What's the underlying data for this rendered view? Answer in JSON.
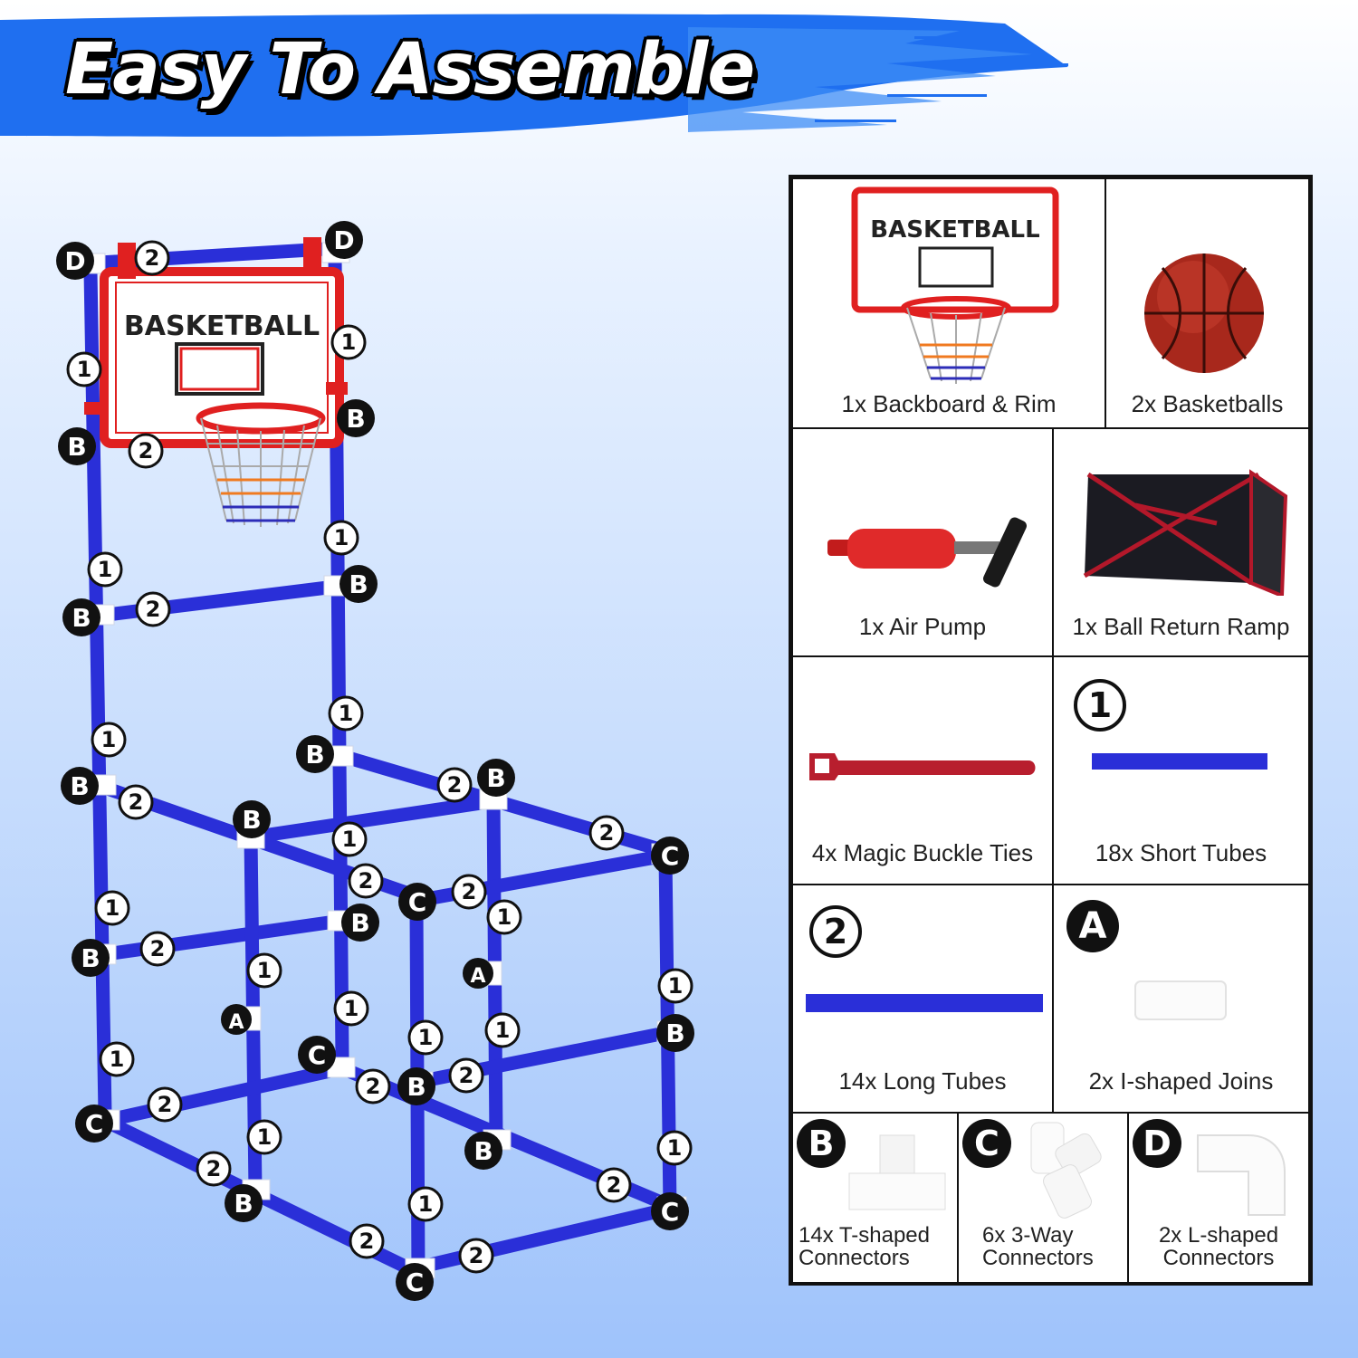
{
  "header": {
    "title": "Easy To Assemble"
  },
  "colors": {
    "tube": "#2a2fd8",
    "connector": "#ffffff",
    "brush": "#1f6ff0",
    "rim": "#e02020"
  },
  "product": {
    "backboard_text": "BASKETBALL"
  },
  "frame_labels": {
    "one": "1",
    "two": "2",
    "a": "A",
    "b": "B",
    "c": "C",
    "d": "D"
  },
  "parts": [
    {
      "name": "backboard-rim",
      "label": "1x Backboard & Rim"
    },
    {
      "name": "basketballs",
      "label": "2x Basketballs"
    },
    {
      "name": "air-pump",
      "label": "1x Air Pump"
    },
    {
      "name": "ball-return-ramp",
      "label": "1x Ball Return Ramp"
    },
    {
      "name": "magic-buckle-ties",
      "label": "4x Magic Buckle Ties"
    },
    {
      "name": "short-tubes",
      "label": "18x Short Tubes",
      "badge": "1"
    },
    {
      "name": "long-tubes",
      "label": "14x Long Tubes",
      "badge": "2"
    },
    {
      "name": "i-shaped-joins",
      "label": "2x I-shaped Joins",
      "badge": "A"
    },
    {
      "name": "t-shaped-connectors",
      "label_line1": "14x T-shaped",
      "label_line2": "Connectors",
      "badge": "B"
    },
    {
      "name": "three-way-connectors",
      "label_line1": "6x 3-Way",
      "label_line2": "Connectors",
      "badge": "C"
    },
    {
      "name": "l-shaped-connectors",
      "label_line1": "2x L-shaped",
      "label_line2": "Connectors",
      "badge": "D"
    }
  ]
}
